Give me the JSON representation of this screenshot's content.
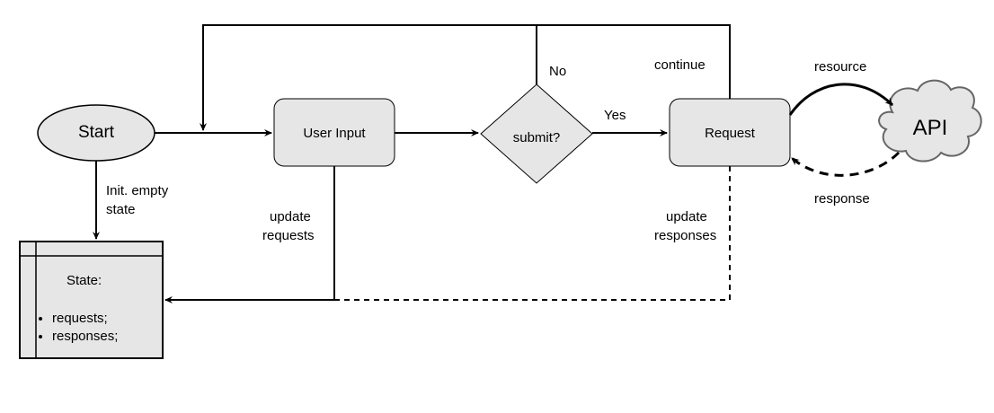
{
  "nodes": {
    "start": "Start",
    "user_input": "User Input",
    "decision": "submit?",
    "request": "Request",
    "api": "API",
    "state_title": "State:",
    "state_items": [
      "requests;",
      "responses;"
    ]
  },
  "edges": {
    "init_state_1": "Init. empty",
    "init_state_2": "state",
    "update_requests_1": "update",
    "update_requests_2": "requests",
    "update_responses_1": "update",
    "update_responses_2": "responses",
    "no": "No",
    "yes": "Yes",
    "continue": "continue",
    "resource": "resource",
    "response": "response"
  },
  "colors": {
    "node_fill": "#e6e6e6",
    "stroke": "#000000",
    "cloud_stroke": "#666666"
  }
}
